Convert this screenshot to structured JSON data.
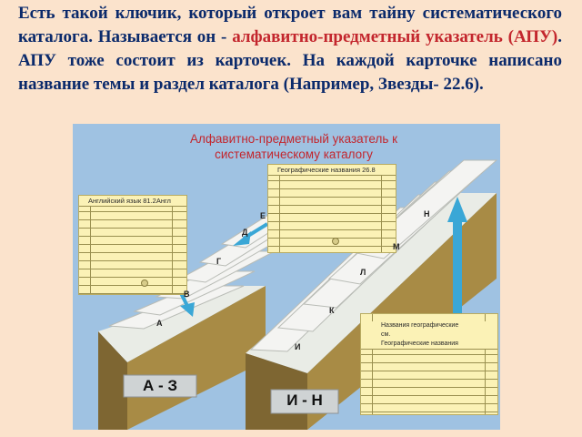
{
  "paragraph": {
    "part1": "Есть такой ключик, который откроет вам тайну систематического каталога. Называется он - ",
    "highlight": "алфавитно-предметный указатель (АПУ)",
    "part2": ". АПУ тоже состоит из карточек. На каждой карточке написано название темы и раздел каталога (Например, Звезды- 22.6)."
  },
  "figure": {
    "title": "Алфавитно-предметный указатель к систематическому каталогу",
    "card_left": "Английский язык 81.2Англ",
    "card_top": "Географические названия 26.8",
    "card_right_line1": "Названия географические",
    "card_right_line2": "см.",
    "card_right_line3": "Географические названия",
    "drawer_left_label": "А - З",
    "drawer_right_label": "И - Н",
    "letters_left": [
      "Е",
      "Д",
      "Г",
      "В",
      "А"
    ],
    "letters_right": [
      "Н",
      "М",
      "Л",
      "К",
      "И"
    ],
    "colors": {
      "highlight": "#c3262d",
      "text": "#0b2a6b",
      "card": "#fbf2b6",
      "arrow": "#3aa7d6",
      "background": "#fbe3cc"
    }
  }
}
